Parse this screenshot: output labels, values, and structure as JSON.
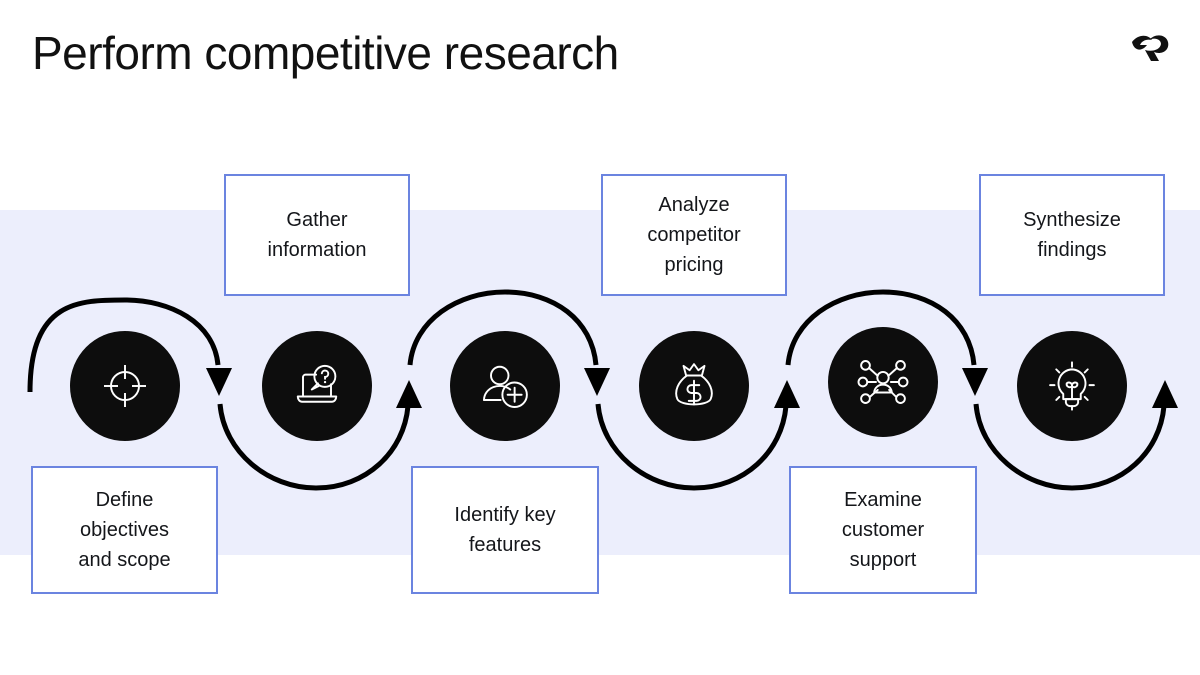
{
  "slide": {
    "title": "Perform competitive research",
    "logo_icon": "double-chevron-r-logo",
    "background_color": "#ffffff",
    "band_color": "#eceefc",
    "accent_color": "#6b84e0",
    "node_color": "#0d0d0d",
    "text_color": "#14161a"
  },
  "process": {
    "flow_direction": "left-to-right serpentine",
    "steps": [
      {
        "index": 1,
        "label": "Define\nobjectives\nand scope",
        "icon": "target-crosshair-icon",
        "label_position": "below"
      },
      {
        "index": 2,
        "label": "Gather\ninformation",
        "icon": "laptop-question-bubble-icon",
        "label_position": "above"
      },
      {
        "index": 3,
        "label": "Identify key\nfeatures",
        "icon": "user-plus-icon",
        "label_position": "below"
      },
      {
        "index": 4,
        "label": "Analyze\ncompetitor\npricing",
        "icon": "money-bag-dollar-icon",
        "label_position": "above"
      },
      {
        "index": 5,
        "label": "Examine\ncustomer\nsupport",
        "icon": "network-person-nodes-icon",
        "label_position": "below"
      },
      {
        "index": 6,
        "label": "Synthesize\nfindings",
        "icon": "lightbulb-idea-icon",
        "label_position": "above"
      }
    ],
    "connectors": [
      {
        "from": 1,
        "to": 2,
        "shape": "arc-over",
        "arrow": "down"
      },
      {
        "from": 2,
        "to": 3,
        "shape": "arc-under",
        "arrow": "up"
      },
      {
        "from": 3,
        "to": 4,
        "shape": "arc-over",
        "arrow": "down"
      },
      {
        "from": 4,
        "to": 5,
        "shape": "arc-under",
        "arrow": "up"
      },
      {
        "from": 5,
        "to": 6,
        "shape": "arc-over",
        "arrow": "down"
      },
      {
        "from": 6,
        "to": 7,
        "shape": "arc-under",
        "arrow": "up"
      }
    ]
  }
}
